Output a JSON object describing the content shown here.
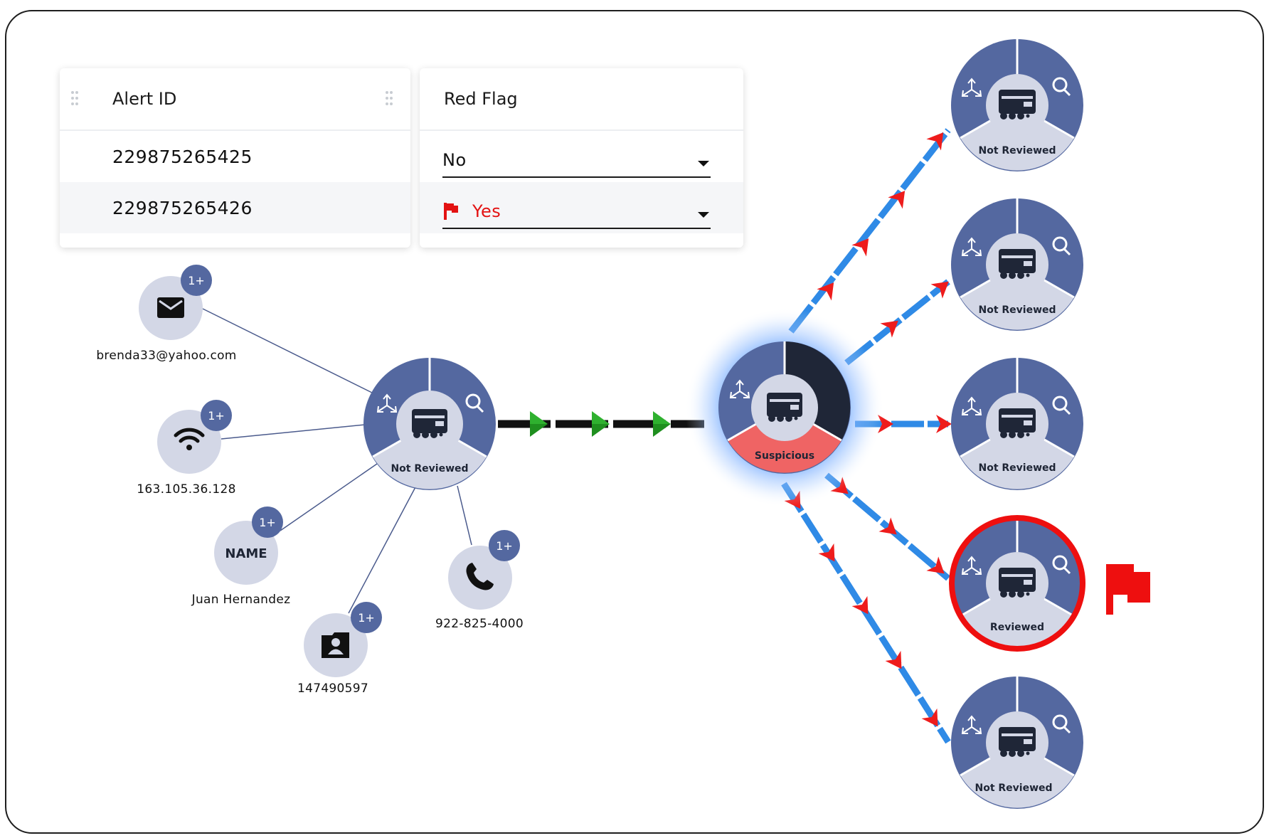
{
  "table": {
    "col_alert": "Alert ID",
    "col_flag": "Red Flag",
    "rows": [
      {
        "alert_id": "229875265425",
        "flag": "No"
      },
      {
        "alert_id": "229875265426",
        "flag": "Yes"
      }
    ]
  },
  "entities": {
    "email": {
      "value": "brenda33@yahoo.com",
      "badge": "1+"
    },
    "ip": {
      "value": "163.105.36.128",
      "badge": "1+"
    },
    "name": {
      "title": "NAME",
      "value": "Juan Hernandez",
      "badge": "1+"
    },
    "id": {
      "value": "147490597",
      "badge": "1+"
    },
    "phone": {
      "value": "922-825-4000",
      "badge": "1+"
    }
  },
  "hub": {
    "status": "Not Reviewed"
  },
  "center": {
    "status": "Suspicious"
  },
  "targets": [
    {
      "status": "Not Reviewed"
    },
    {
      "status": "Not Reviewed"
    },
    {
      "status": "Not Reviewed"
    },
    {
      "status": "Reviewed",
      "flagged": true
    },
    {
      "status": "Not Reviewed"
    }
  ],
  "colors": {
    "node_blue": "#5468a0",
    "node_light": "#d3d7e6",
    "node_dark": "#1f2637",
    "suspicious": "#ef6464",
    "edge_blue": "#2f8ae6",
    "arrow_red": "#ee1c1c",
    "arrow_green": "#2fb12f",
    "flag_red": "#ee0f0f"
  }
}
